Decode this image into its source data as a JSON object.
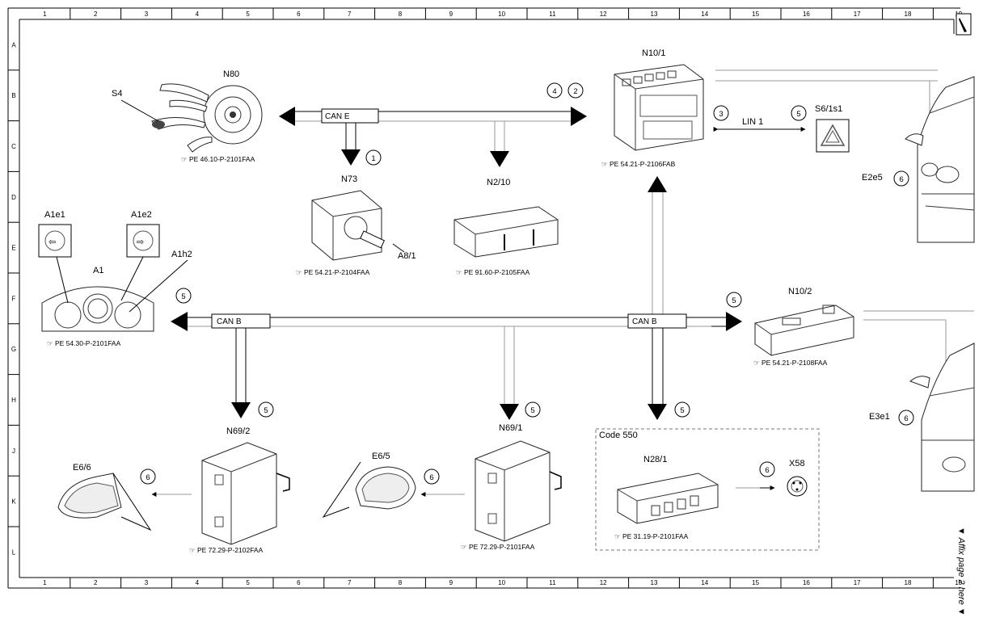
{
  "frame": {
    "columns": [
      "1",
      "2",
      "3",
      "4",
      "5",
      "6",
      "7",
      "8",
      "9",
      "10",
      "11",
      "12",
      "13",
      "14",
      "15",
      "16",
      "17",
      "18",
      "19"
    ],
    "rows": [
      "A",
      "B",
      "C",
      "D",
      "E",
      "F",
      "G",
      "H",
      "J",
      "K",
      "L"
    ],
    "side_note": "▼ Affix page 2 here ▼"
  },
  "buses": {
    "can_e": "CAN E",
    "can_b_left": "CAN B",
    "can_b_right": "CAN B",
    "lin": "LIN 1"
  },
  "components": {
    "n80": {
      "code": "N80",
      "ref": "PE 46.10-P-2101FAA"
    },
    "s4": {
      "code": "S4"
    },
    "n73": {
      "code": "N73",
      "ref": "PE 54.21-P-2104FAA"
    },
    "a8_1": {
      "code": "A8/1"
    },
    "n2_10": {
      "code": "N2/10",
      "ref": "PE 91.60-P-2105FAA"
    },
    "n10_1": {
      "code": "N10/1",
      "ref": "PE 54.21-P-2106FAB"
    },
    "s6_1s1": {
      "code": "S6/1s1"
    },
    "e2e5": {
      "code": "E2e5"
    },
    "a1e1": {
      "code": "A1e1"
    },
    "a1e2": {
      "code": "A1e2"
    },
    "a1": {
      "code": "A1",
      "ref": "PE 54.30-P-2101FAA"
    },
    "a1h2": {
      "code": "A1h2"
    },
    "n10_2": {
      "code": "N10/2",
      "ref": "PE 54.21-P-2108FAA"
    },
    "e3e1": {
      "code": "E3e1"
    },
    "n69_2": {
      "code": "N69/2",
      "ref": "PE 72.29-P-2102FAA"
    },
    "e6_6": {
      "code": "E6/6"
    },
    "n69_1": {
      "code": "N69/1",
      "ref": "PE 72.29-P-2101FAA"
    },
    "e6_5": {
      "code": "E6/5"
    },
    "code550": {
      "label": "Code 550"
    },
    "n28_1": {
      "code": "N28/1",
      "ref": "PE 31.19-P-2101FAA"
    },
    "x58": {
      "code": "X58"
    }
  },
  "markers": {
    "m1": "1",
    "m2": "2",
    "m3": "3",
    "m4": "4",
    "m5a": "5",
    "m5b": "5",
    "m5c": "5",
    "m5d": "5",
    "m5e": "5",
    "m5f": "5",
    "m6a": "6",
    "m6b": "6",
    "m6c": "6",
    "m6d": "6",
    "m6e": "6"
  }
}
